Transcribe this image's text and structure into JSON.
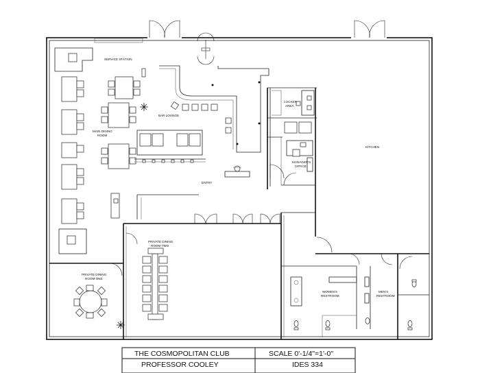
{
  "plan": {
    "rooms": {
      "service_station": "SERVICE STATION",
      "bar_lounge": "BAR LOUNGE",
      "main_dining": [
        "MAIN DINING",
        "ROOM"
      ],
      "entry": "ENTRY",
      "locker_area": [
        "LOCKER",
        "AREA"
      ],
      "managers_office": [
        "MANAGER'S",
        "OFFICE"
      ],
      "kitchen": "KITCHEN",
      "private_dining_two": [
        "PRIVATE DINING",
        "ROOM TWO"
      ],
      "private_dining_one": [
        "PRIVATE DINING",
        "ROOM ONE"
      ],
      "womens_restroom": [
        "WOMEN'S",
        "RESTROOM"
      ],
      "mens_restroom": [
        "MEN'S",
        "RESTROOM"
      ]
    }
  },
  "title_block": {
    "project": "THE COSMOPOLITAN CLUB",
    "scale": "SCALE 0'-1/4\"=1'-0\"",
    "designer": "PROFESSOR COOLEY",
    "course": "IDES 334"
  }
}
